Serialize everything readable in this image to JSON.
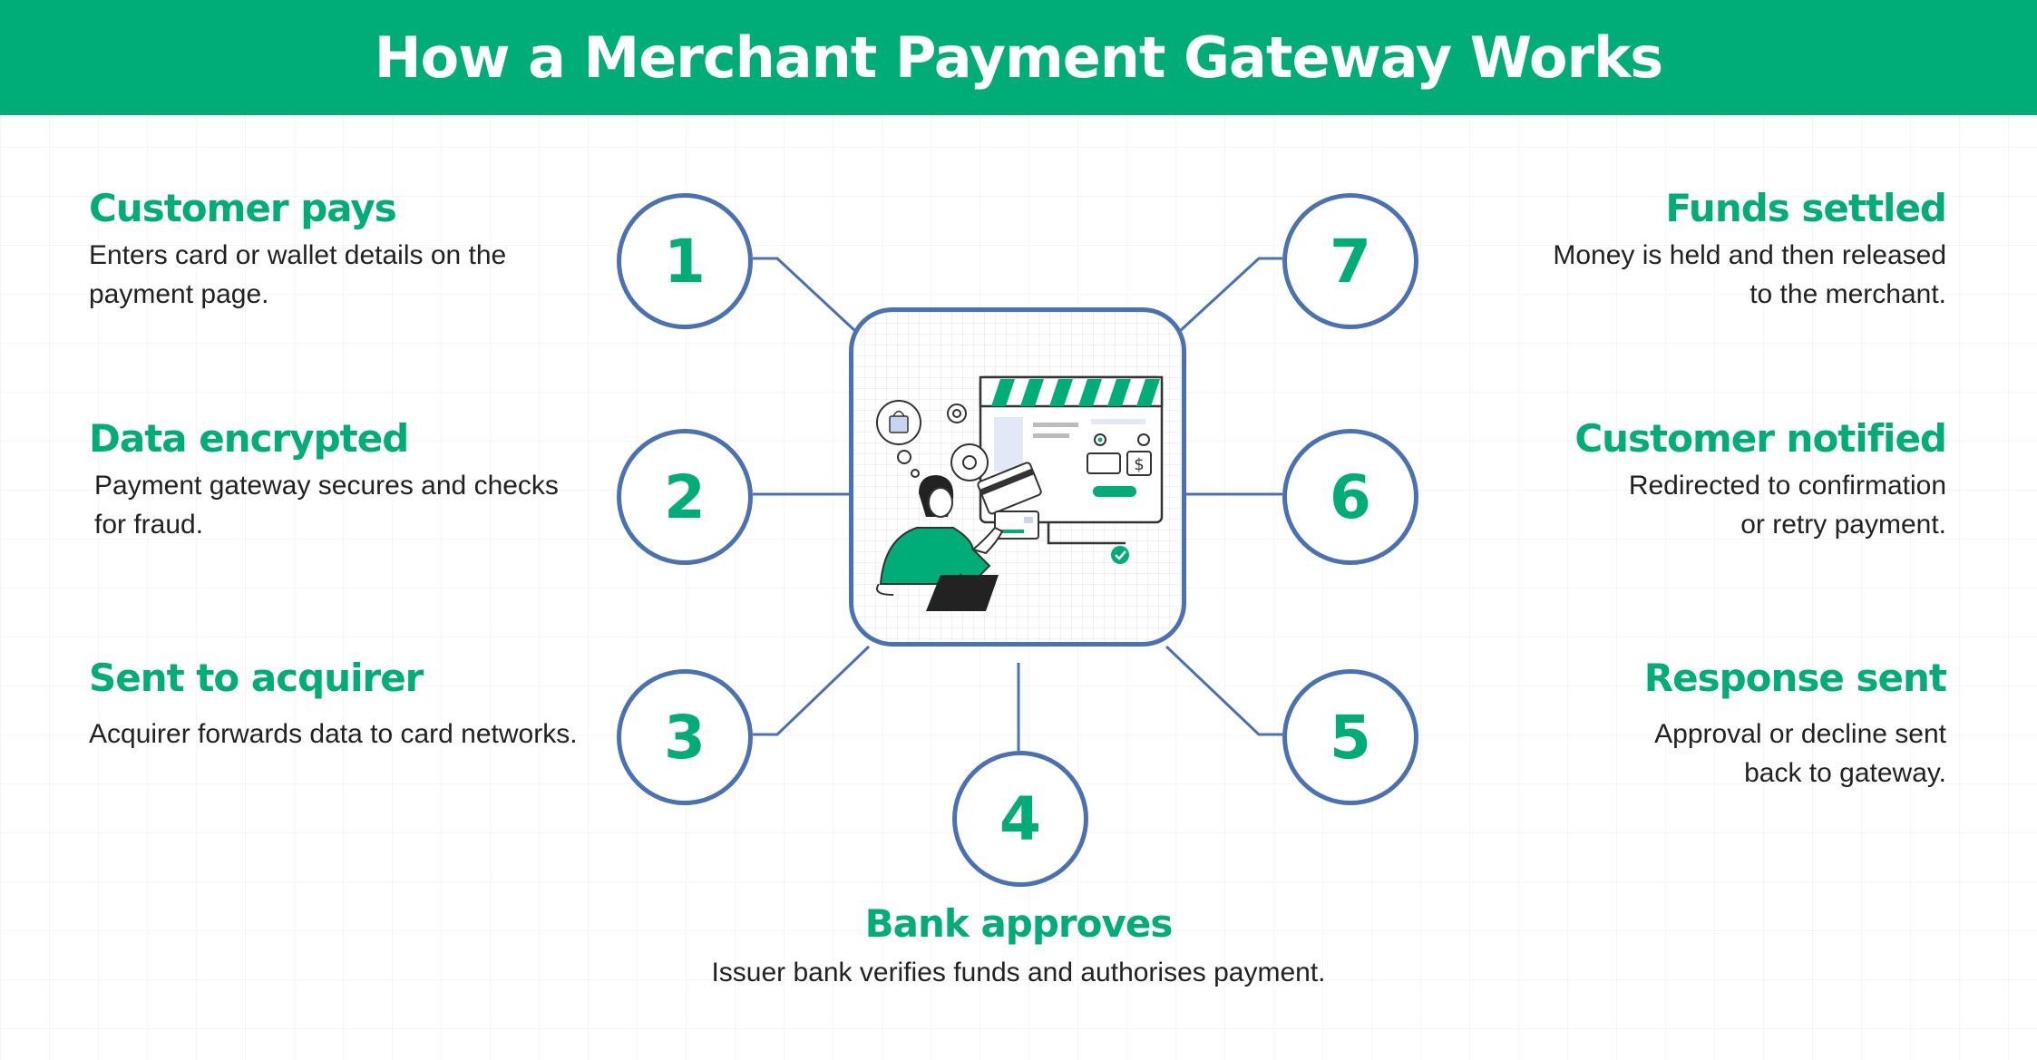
{
  "title": "How a Merchant Payment Gateway Works",
  "colors": {
    "accent": "#00ad78",
    "outline": "#4a70b5",
    "text": "#222222"
  },
  "steps": [
    {
      "number": "1",
      "title": "Customer pays",
      "desc1": "Enters card or wallet details on the",
      "desc2": "payment page."
    },
    {
      "number": "2",
      "title": "Data encrypted",
      "desc1": "Payment gateway secures and checks",
      "desc2": "for fraud."
    },
    {
      "number": "3",
      "title": "Sent to acquirer",
      "desc1": "Acquirer forwards data to card networks.",
      "desc2": ""
    },
    {
      "number": "4",
      "title": "Bank approves",
      "desc1": "Issuer bank verifies funds and authorises payment.",
      "desc2": ""
    },
    {
      "number": "5",
      "title": "Response sent",
      "desc1": "Approval or decline sent",
      "desc2": "back to gateway."
    },
    {
      "number": "6",
      "title": "Customer notified",
      "desc1": "Redirected to confirmation",
      "desc2": "or retry payment."
    },
    {
      "number": "7",
      "title": "Funds settled",
      "desc1": "Money is held and then released",
      "desc2": "to the merchant."
    }
  ],
  "illustration": {
    "currency_symbol": "$",
    "icon": "online-shopping-payment-illustration"
  }
}
